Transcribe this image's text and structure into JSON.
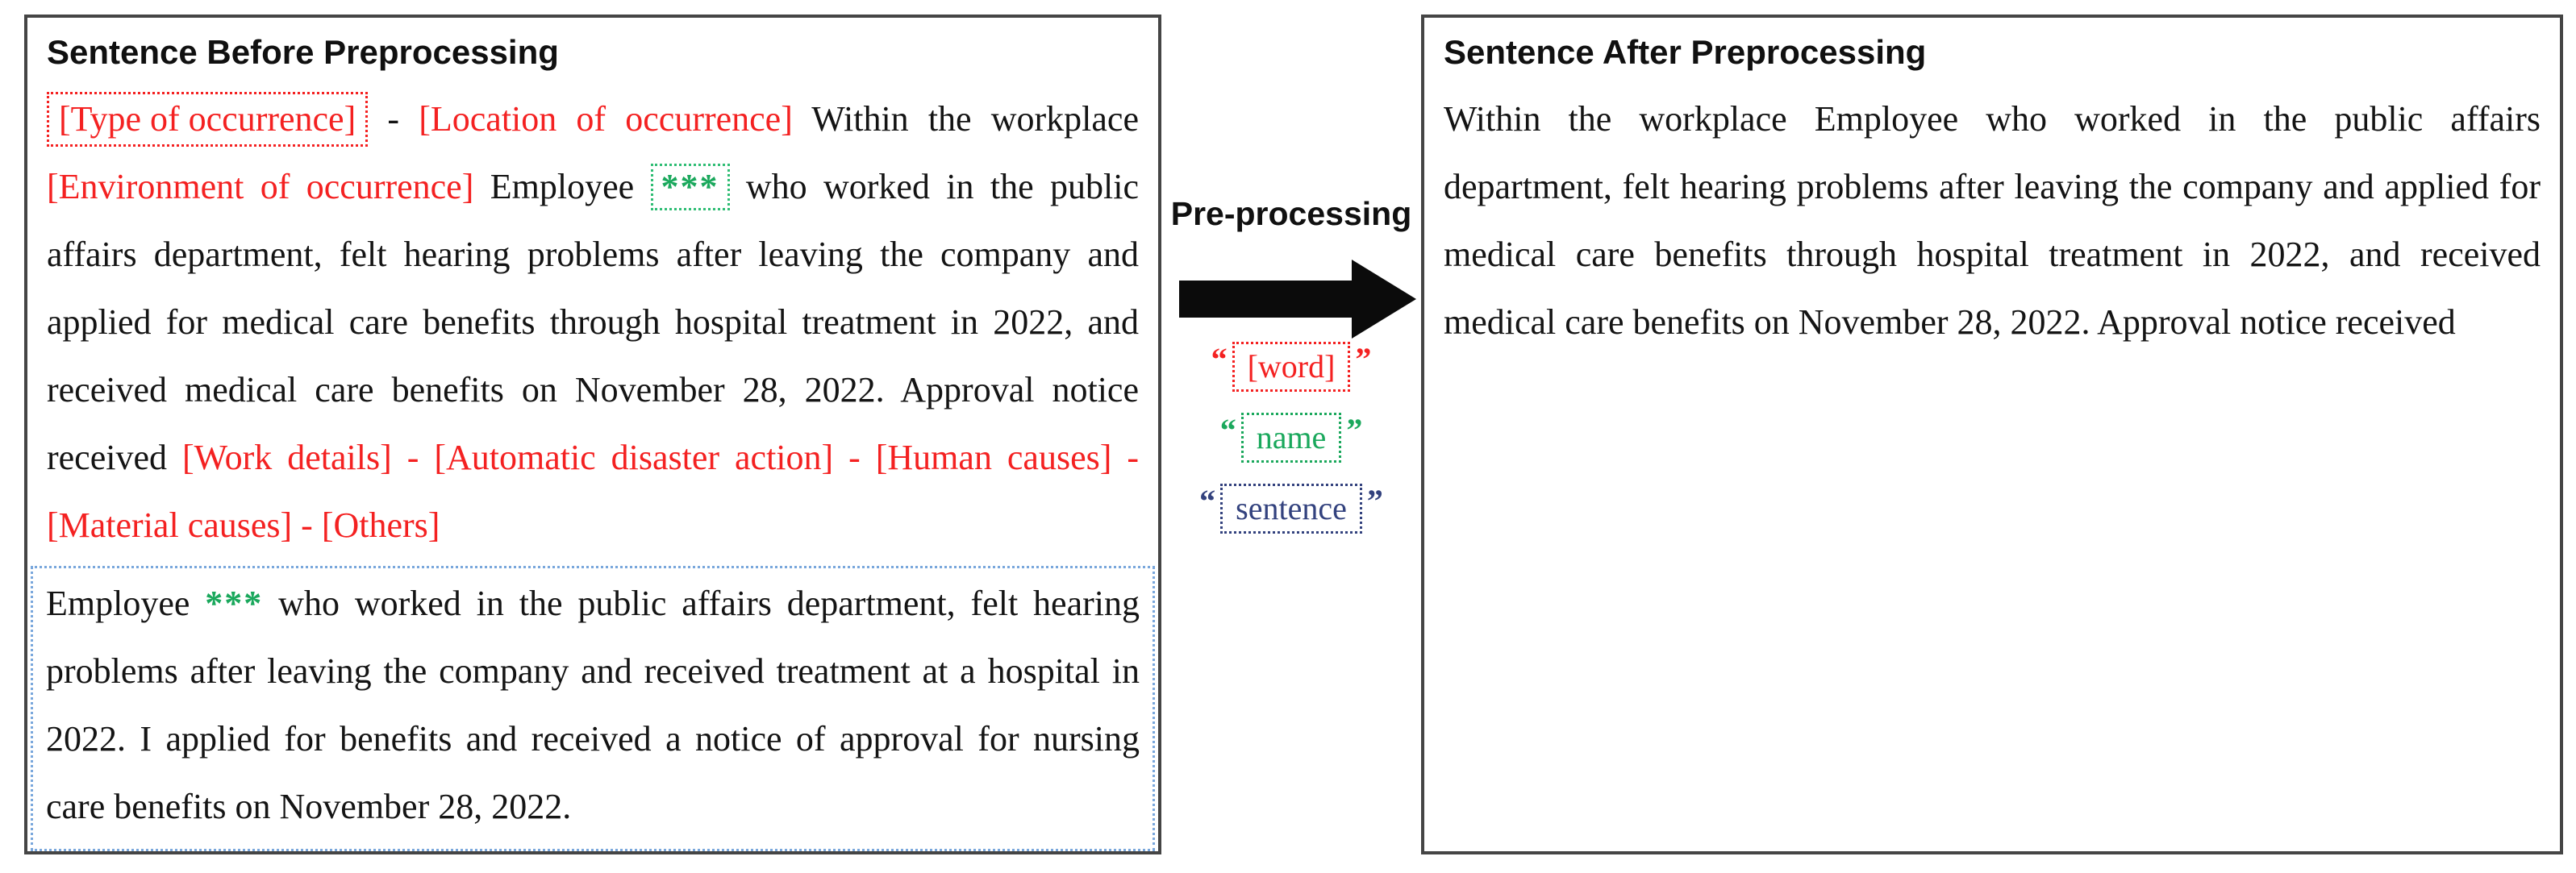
{
  "colors": {
    "red": "#f42121",
    "green": "#1aa85c",
    "navy": "#33427e",
    "lightblue": "#79a7dc",
    "ink": "#141414",
    "border": "#454545",
    "arrow": "#0b0b0b"
  },
  "left_panel": {
    "title": "Sentence Before Preprocessing",
    "para1_segments": [
      {
        "text": "[Type of occurrence]",
        "style": "red-boxed"
      },
      {
        "text": " - ",
        "style": "black"
      },
      {
        "text": "[Location of occurrence]",
        "style": "red"
      },
      {
        "text": " Within the workplace ",
        "style": "black"
      },
      {
        "text": "[Environment of occurrence]",
        "style": "red"
      },
      {
        "text": " Employee ",
        "style": "black"
      },
      {
        "text": "***",
        "style": "green-boxed"
      },
      {
        "text": " who worked in the public affairs department, felt hearing problems after leaving the company and applied for medical care benefits through hospital treatment in 2022, and received medical care benefits on November 28, 2022. Approval notice received ",
        "style": "black"
      },
      {
        "text": "[Work details] - [Automatic disaster action] - [Human causes] - [Material causes] - [Others]",
        "style": "red"
      }
    ],
    "para2_segments": [
      {
        "text": "Employee ",
        "style": "black"
      },
      {
        "text": "***",
        "style": "green"
      },
      {
        "text": " who worked in the public affairs department, felt hearing problems after leaving the company and received treatment at a hospital in 2022. I applied for benefits and received a notice of approval for nursing care benefits on November 28, 2022.",
        "style": "black"
      }
    ]
  },
  "middle": {
    "process_label": "Pre-processing",
    "legend": [
      {
        "open_quote": "“",
        "text": "[word]",
        "close_quote": "”",
        "color": "#f42121"
      },
      {
        "open_quote": "“",
        "text": "name",
        "close_quote": "”",
        "color": "#1aa85c"
      },
      {
        "open_quote": "“",
        "text": "sentence",
        "close_quote": "”",
        "color": "#33427e"
      }
    ]
  },
  "right_panel": {
    "title": "Sentence After Preprocessing",
    "paragraph": "Within the workplace Employee who worked in the public affairs department, felt hearing problems after leaving the company and applied for medical care benefits through hospital treatment in 2022, and received medical care benefits on November 28, 2022. Approval notice received"
  }
}
